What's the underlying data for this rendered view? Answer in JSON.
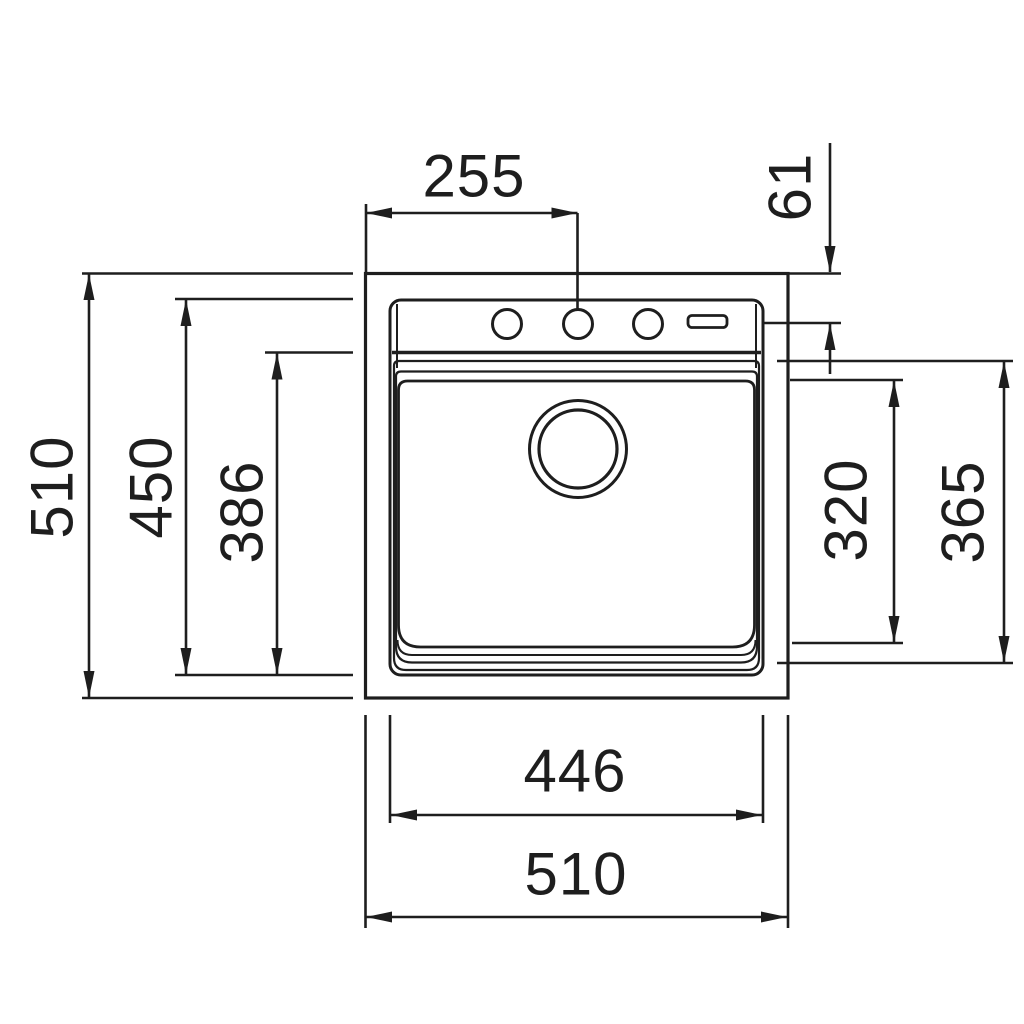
{
  "diagram": {
    "line_color": "#1e1e1e",
    "background_color": "#ffffff",
    "dimensions": {
      "hole_offset_from_left": "255",
      "hole_offset_from_top": "61",
      "overall_depth": "510",
      "rim_opening_depth": "450",
      "ledge_depth": "386",
      "bowl_inner_depth": "320",
      "bowl_outer_depth": "365",
      "rim_opening_width": "446",
      "overall_width": "510"
    }
  }
}
